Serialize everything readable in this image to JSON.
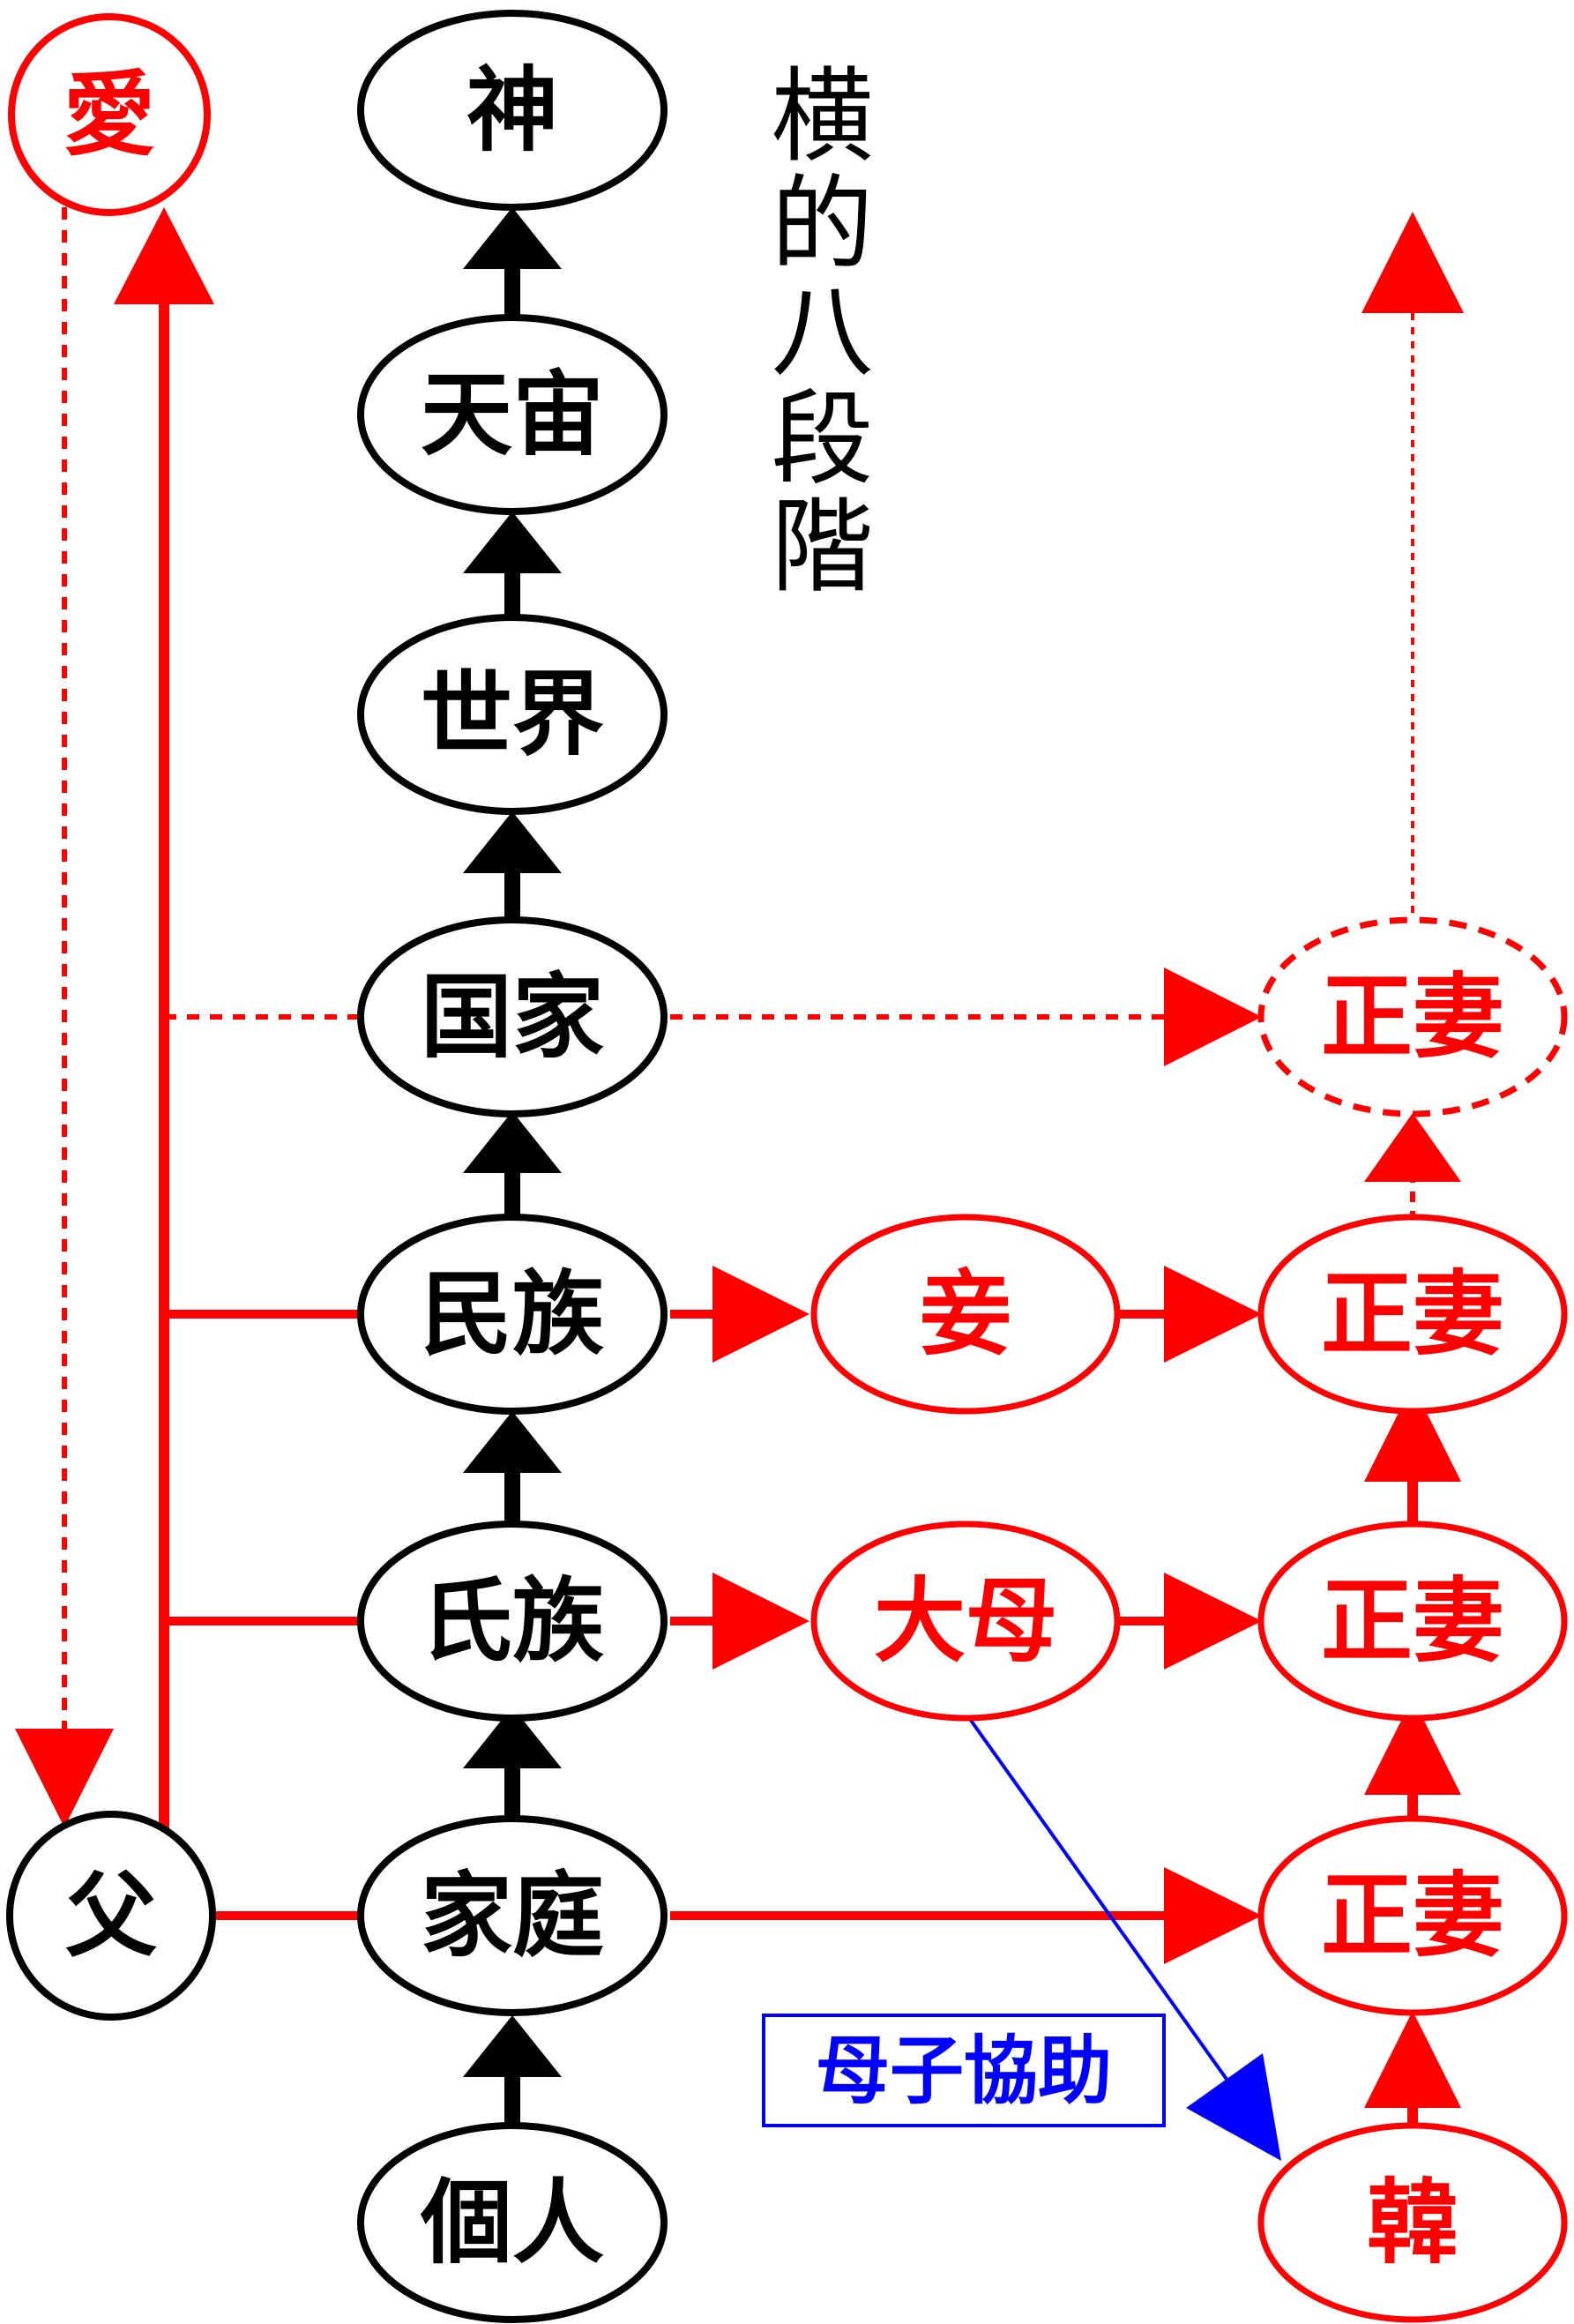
{
  "title": "横的八段階",
  "colors": {
    "black": "#000000",
    "red": "#ff0000",
    "blue": "#0000ff"
  },
  "ladder": [
    {
      "id": "kami",
      "label": "神"
    },
    {
      "id": "uchu",
      "label": "天宙"
    },
    {
      "id": "sekai",
      "label": "世界"
    },
    {
      "id": "kokka",
      "label": "国家"
    },
    {
      "id": "minzoku",
      "label": "民族"
    },
    {
      "id": "shizoku",
      "label": "氏族"
    },
    {
      "id": "katei",
      "label": "家庭"
    },
    {
      "id": "kojin",
      "label": "個人"
    }
  ],
  "left": {
    "love": "愛",
    "father": "父"
  },
  "middle": {
    "concubine": "妾",
    "great_mother": "大母"
  },
  "wives": {
    "label": "正妻"
  },
  "han": "韓",
  "box": "母子協助"
}
